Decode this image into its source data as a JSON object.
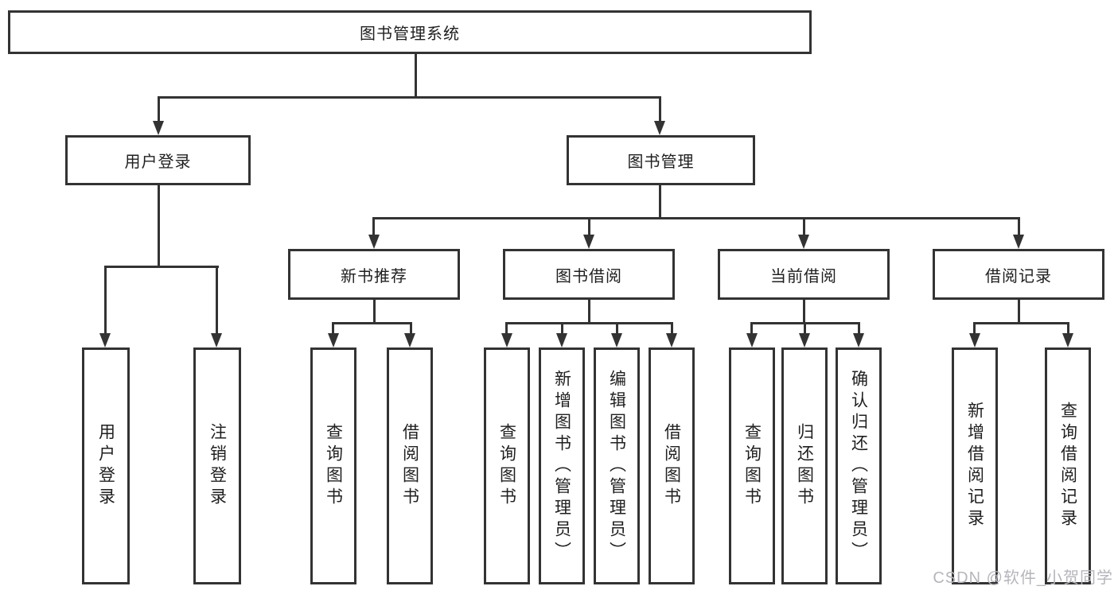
{
  "tree": {
    "root": {
      "label": "图书管理系统"
    },
    "branches": [
      {
        "label": "用户登录",
        "children": [
          "用户登录",
          "注销登录"
        ]
      },
      {
        "label": "图书管理",
        "sections": [
          {
            "label": "新书推荐",
            "children": [
              "查询图书",
              "借阅图书"
            ]
          },
          {
            "label": "图书借阅",
            "children": [
              "查询图书",
              "新增图书（管理员）",
              "编辑图书（管理员）",
              "借阅图书"
            ]
          },
          {
            "label": "当前借阅",
            "children": [
              "查询图书",
              "归还图书",
              "确认归还（管理员）"
            ]
          },
          {
            "label": "借阅记录",
            "children": [
              "新增借阅记录",
              "查询借阅记录"
            ]
          }
        ]
      }
    ]
  },
  "watermark": "CSDN @软件_小贺同学",
  "colors": {
    "line": "#333333",
    "box_border": "#333333",
    "box_background": "#ffffff",
    "text": "#1f1f1f",
    "watermark": "#b5b5bc"
  }
}
